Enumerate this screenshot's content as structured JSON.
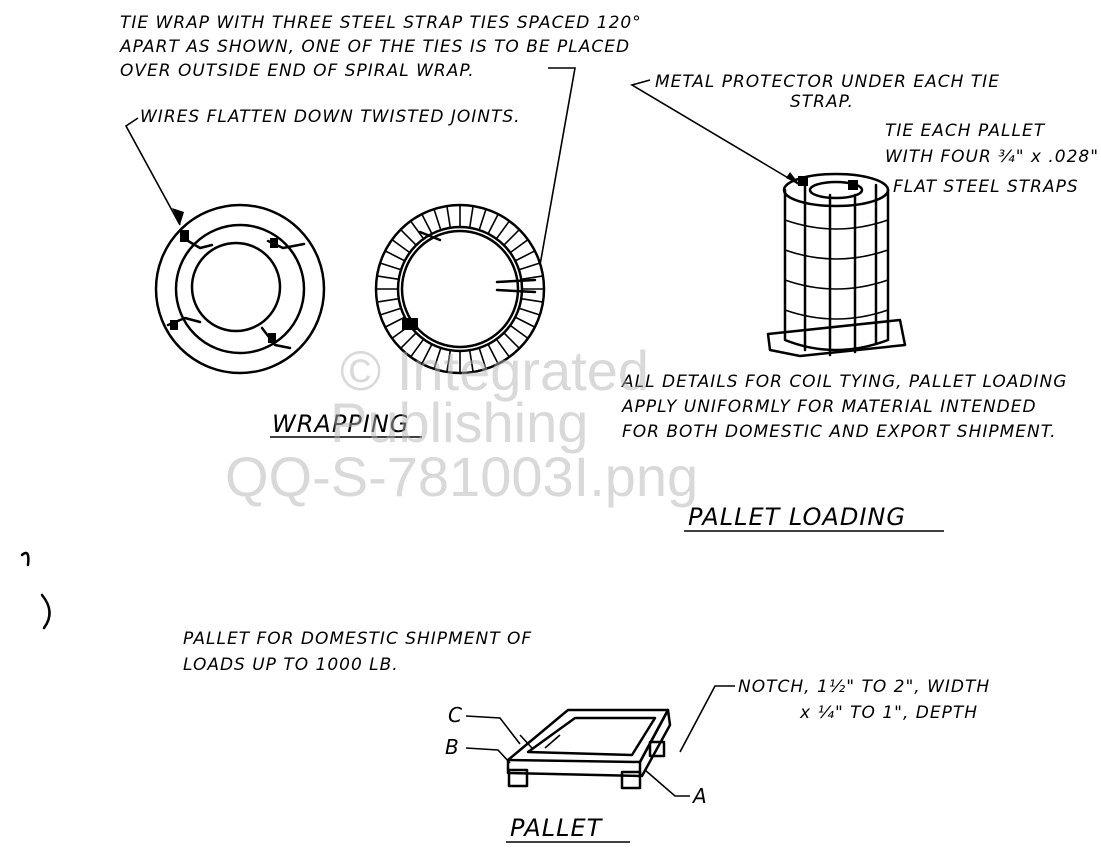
{
  "watermark": {
    "line1": "© Integrated",
    "line2": "Publishing",
    "line3": "QQ-S-781003I.png"
  },
  "wrapping": {
    "title": "WRAPPING",
    "note_tie_wrap": [
      "TIE WRAP WITH THREE STEEL STRAP TIES SPACED 120°",
      "APART AS SHOWN, ONE OF THE TIES IS TO BE PLACED",
      "OVER OUTSIDE END OF SPIRAL WRAP."
    ],
    "note_wires": "WIRES FLATTEN DOWN TWISTED JOINTS."
  },
  "pallet_loading": {
    "title": "PALLET LOADING",
    "note_protector": [
      "METAL PROTECTOR UNDER EACH TIE",
      "STRAP."
    ],
    "note_tie_each": [
      "TIE EACH PALLET",
      "WITH FOUR ¾\" x .028\"",
      "FLAT STEEL STRAPS"
    ],
    "note_details": [
      "ALL DETAILS FOR COIL TYING, PALLET LOADING",
      "APPLY UNIFORMLY FOR MATERIAL INTENDED",
      "FOR BOTH DOMESTIC AND EXPORT SHIPMENT."
    ]
  },
  "pallet": {
    "title": "PALLET",
    "note_domestic": [
      "PALLET FOR DOMESTIC SHIPMENT OF",
      "LOADS UP TO 1000 LB."
    ],
    "note_notch": [
      "NOTCH, 1½\" TO 2\", WIDTH",
      "x ¼\" TO 1\", DEPTH"
    ],
    "label_a": "A",
    "label_b": "B",
    "label_c": "C"
  }
}
